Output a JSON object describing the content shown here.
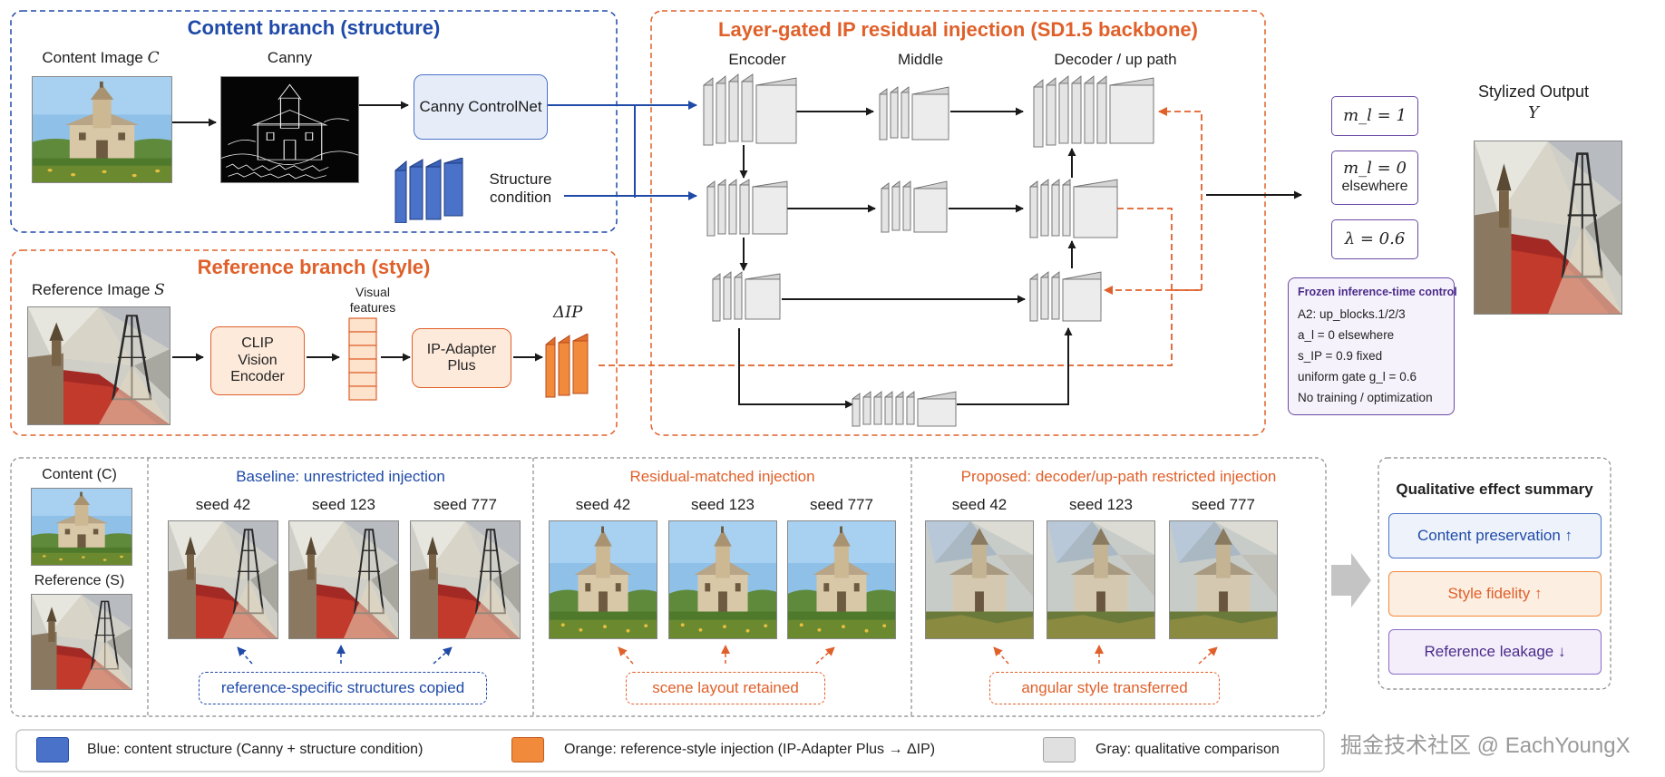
{
  "colors": {
    "blue": "#1f4aa8",
    "blue_fill": "#4a72c8",
    "orange": "#e0602a",
    "orange_fill": "#f28a3c",
    "purple": "#6a4aa5",
    "gray_fill": "#e2e2e2",
    "arrow": "#1a1a1a"
  },
  "content_branch": {
    "title": "Content branch (structure)",
    "content_image_label": "Content Image",
    "content_image_symbol": "C",
    "canny_label": "Canny",
    "controlnet_label": "Canny ControlNet",
    "structure_label": "Structure condition"
  },
  "reference_branch": {
    "title": "Reference branch (style)",
    "reference_image_label": "Reference Image",
    "reference_image_symbol": "S",
    "clip_label": "CLIP Vision Encoder",
    "visual_features_label": "Visual features",
    "ip_adapter_label": "IP-Adapter Plus",
    "delta_ip_label": "ΔIP"
  },
  "injection": {
    "title": "Layer-gated IP residual injection (SD1.5 backbone)",
    "encoder_label": "Encoder",
    "middle_label": "Middle",
    "decoder_label": "Decoder / up path"
  },
  "controls": {
    "m1_label": "m_l = 1",
    "m0_label": "m_l = 0",
    "m0_sub": "elsewhere",
    "lambda_label": "λ = 0.6",
    "frozen_title": "Frozen inference-time control",
    "frozen_lines": [
      "A2: up_blocks.1/2/3",
      "a_l = 0 elsewhere",
      "s_IP = 0.9 fixed",
      "uniform gate g_l = 0.6",
      "No training / optimization"
    ]
  },
  "output": {
    "label": "Stylized Output",
    "symbol": "Y"
  },
  "comparison": {
    "content_label": "Content (C)",
    "reference_label": "Reference (S)",
    "groups": [
      {
        "title": "Baseline: unrestricted injection",
        "seeds": [
          "seed 42",
          "seed 123",
          "seed 777"
        ],
        "callout": "reference-specific structures copied"
      },
      {
        "title": "Residual-matched injection",
        "seeds": [
          "seed 42",
          "seed 123",
          "seed 777"
        ],
        "callout": "scene layout retained"
      },
      {
        "title": "Proposed: decoder/up-path restricted injection",
        "seeds": [
          "seed 42",
          "seed 123",
          "seed 777"
        ],
        "callout": "angular style transferred"
      }
    ]
  },
  "summary": {
    "title": "Qualitative effect summary",
    "items": [
      "Content preservation ↑",
      "Style fidelity ↑",
      "Reference leakage ↓"
    ]
  },
  "legend": {
    "blue": "Blue: content structure (Canny + structure condition)",
    "orange": "Orange: reference-style injection (IP-Adapter Plus → ΔIP)",
    "gray": "Gray:  qualitative comparison"
  },
  "watermark": "掘金技术社区 @ EachYoungX"
}
